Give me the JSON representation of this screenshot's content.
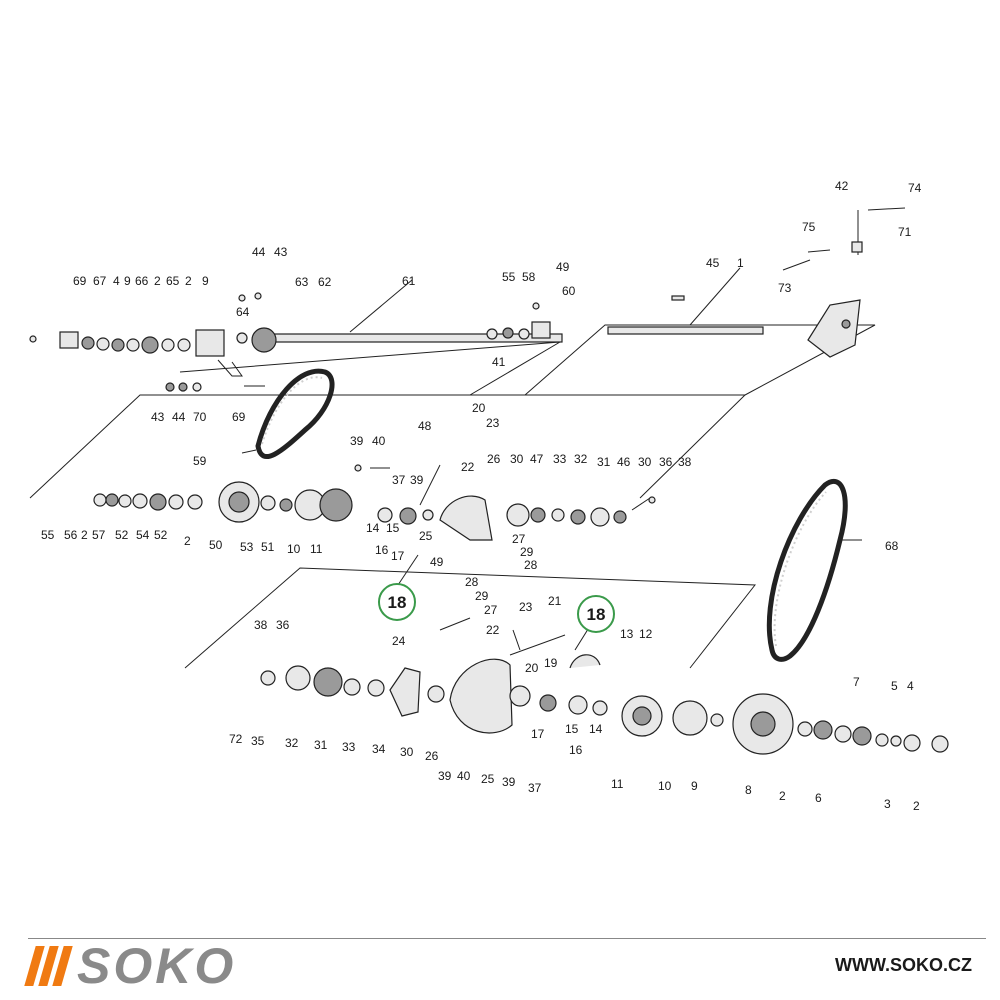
{
  "labels": {
    "top_left": [
      "69",
      "67",
      "4",
      "9",
      "66",
      "2",
      "65",
      "2",
      "9",
      "44",
      "43",
      "63",
      "62",
      "64",
      "61",
      "55",
      "58",
      "49",
      "60",
      "41",
      "43",
      "44",
      "70",
      "69",
      "59"
    ],
    "top_right": [
      "42",
      "74",
      "71",
      "75",
      "73",
      "45",
      "1"
    ],
    "mid": [
      "20",
      "23",
      "48",
      "39",
      "40",
      "37",
      "39",
      "22",
      "26",
      "30",
      "47",
      "33",
      "32",
      "31",
      "46",
      "30",
      "36",
      "38",
      "55",
      "56",
      "2",
      "57",
      "52",
      "54",
      "52",
      "2",
      "50",
      "53",
      "51",
      "10",
      "11",
      "14",
      "15",
      "16",
      "17",
      "25",
      "27",
      "49",
      "29",
      "28"
    ],
    "lower": [
      "28",
      "29",
      "27",
      "21",
      "23",
      "22",
      "20",
      "19",
      "24",
      "38",
      "36",
      "72",
      "35",
      "32",
      "31",
      "33",
      "34",
      "30",
      "26",
      "39",
      "40",
      "25",
      "39",
      "37",
      "17",
      "15",
      "14",
      "16",
      "13",
      "12",
      "11",
      "10",
      "9",
      "8",
      "2",
      "7",
      "6",
      "5",
      "4",
      "3",
      "2"
    ],
    "belt": [
      "68"
    ]
  },
  "callouts": [
    "18",
    "18"
  ],
  "colors": {
    "logo_bars": "#f07a12",
    "logo_text": "#8a8a8a",
    "callout_ring": "#3a9a4a"
  },
  "footer": {
    "logo_text": "SOKO",
    "website": "WWW.SOKO.CZ"
  }
}
